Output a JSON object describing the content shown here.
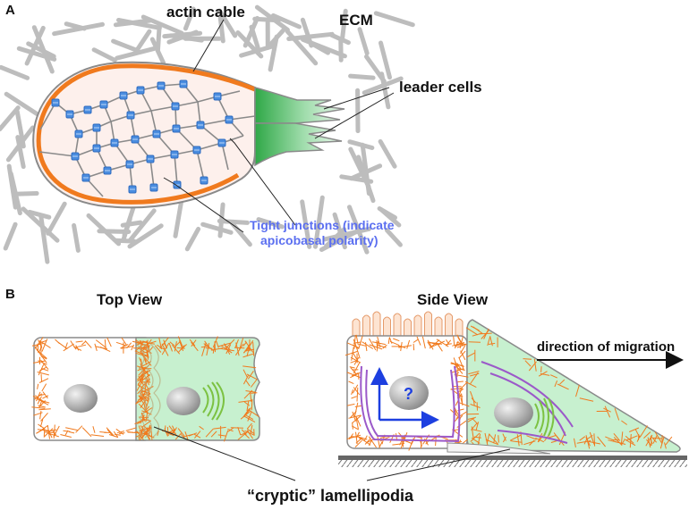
{
  "panel_a": {
    "letter": "A",
    "labels": {
      "actin_cable": "actin cable",
      "ecm": "ECM",
      "leader_cells": "leader cells",
      "tight_junctions_line1": "Tight junctions (indicate",
      "tight_junctions_line2": "apicobasal polarity)"
    }
  },
  "panel_b": {
    "letter": "B",
    "top_view_title": "Top View",
    "side_view_title": "Side View",
    "direction_label": "direction of migration",
    "question_mark": "?",
    "cryptic_label": "“cryptic” lamellipodia"
  },
  "colors": {
    "actin": "#f07a1e",
    "leader_green": "#3fb24f",
    "leader_cell_fill": "#c7f0cf",
    "tight_junction": "#4a8de0",
    "ecm_fiber": "#b3b3b3",
    "outline": "#808080",
    "purple_fiber": "#9b59c9",
    "arrow_blue": "#1d3fe0",
    "label_blue": "#5b6ff0",
    "substrate": "#666666"
  }
}
